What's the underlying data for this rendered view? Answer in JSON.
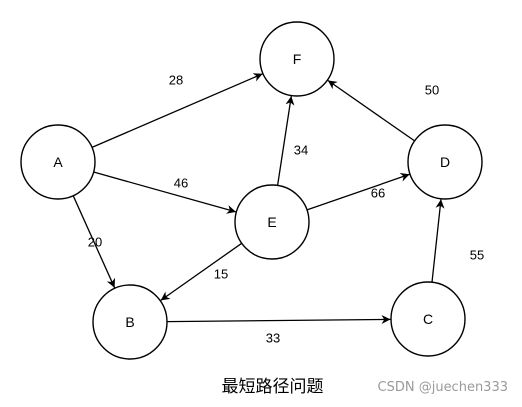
{
  "caption": "最短路径问题",
  "watermark": "CSDN @juechen333",
  "nodes": [
    {
      "id": "A",
      "label": "A"
    },
    {
      "id": "B",
      "label": "B"
    },
    {
      "id": "C",
      "label": "C"
    },
    {
      "id": "D",
      "label": "D"
    },
    {
      "id": "E",
      "label": "E"
    },
    {
      "id": "F",
      "label": "F"
    }
  ],
  "edges": [
    {
      "from": "A",
      "to": "F",
      "weight": "28"
    },
    {
      "from": "A",
      "to": "E",
      "weight": "46"
    },
    {
      "from": "A",
      "to": "B",
      "weight": "20"
    },
    {
      "from": "E",
      "to": "F",
      "weight": "34"
    },
    {
      "from": "E",
      "to": "D",
      "weight": "66"
    },
    {
      "from": "E",
      "to": "B",
      "weight": "15"
    },
    {
      "from": "B",
      "to": "C",
      "weight": "33"
    },
    {
      "from": "C",
      "to": "D",
      "weight": "55"
    },
    {
      "from": "D",
      "to": "F",
      "weight": "50"
    }
  ],
  "colors": {
    "stroke": "#000000",
    "background": "#ffffff",
    "watermark": "#9a9a9a"
  }
}
